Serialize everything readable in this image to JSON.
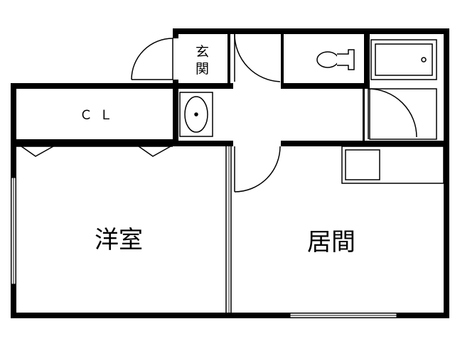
{
  "floor_plan": {
    "rooms": {
      "western_room": "洋室",
      "living_room": "居間",
      "closet": "ＣＬ",
      "entrance_line1": "玄",
      "entrance_line2": "関"
    }
  }
}
